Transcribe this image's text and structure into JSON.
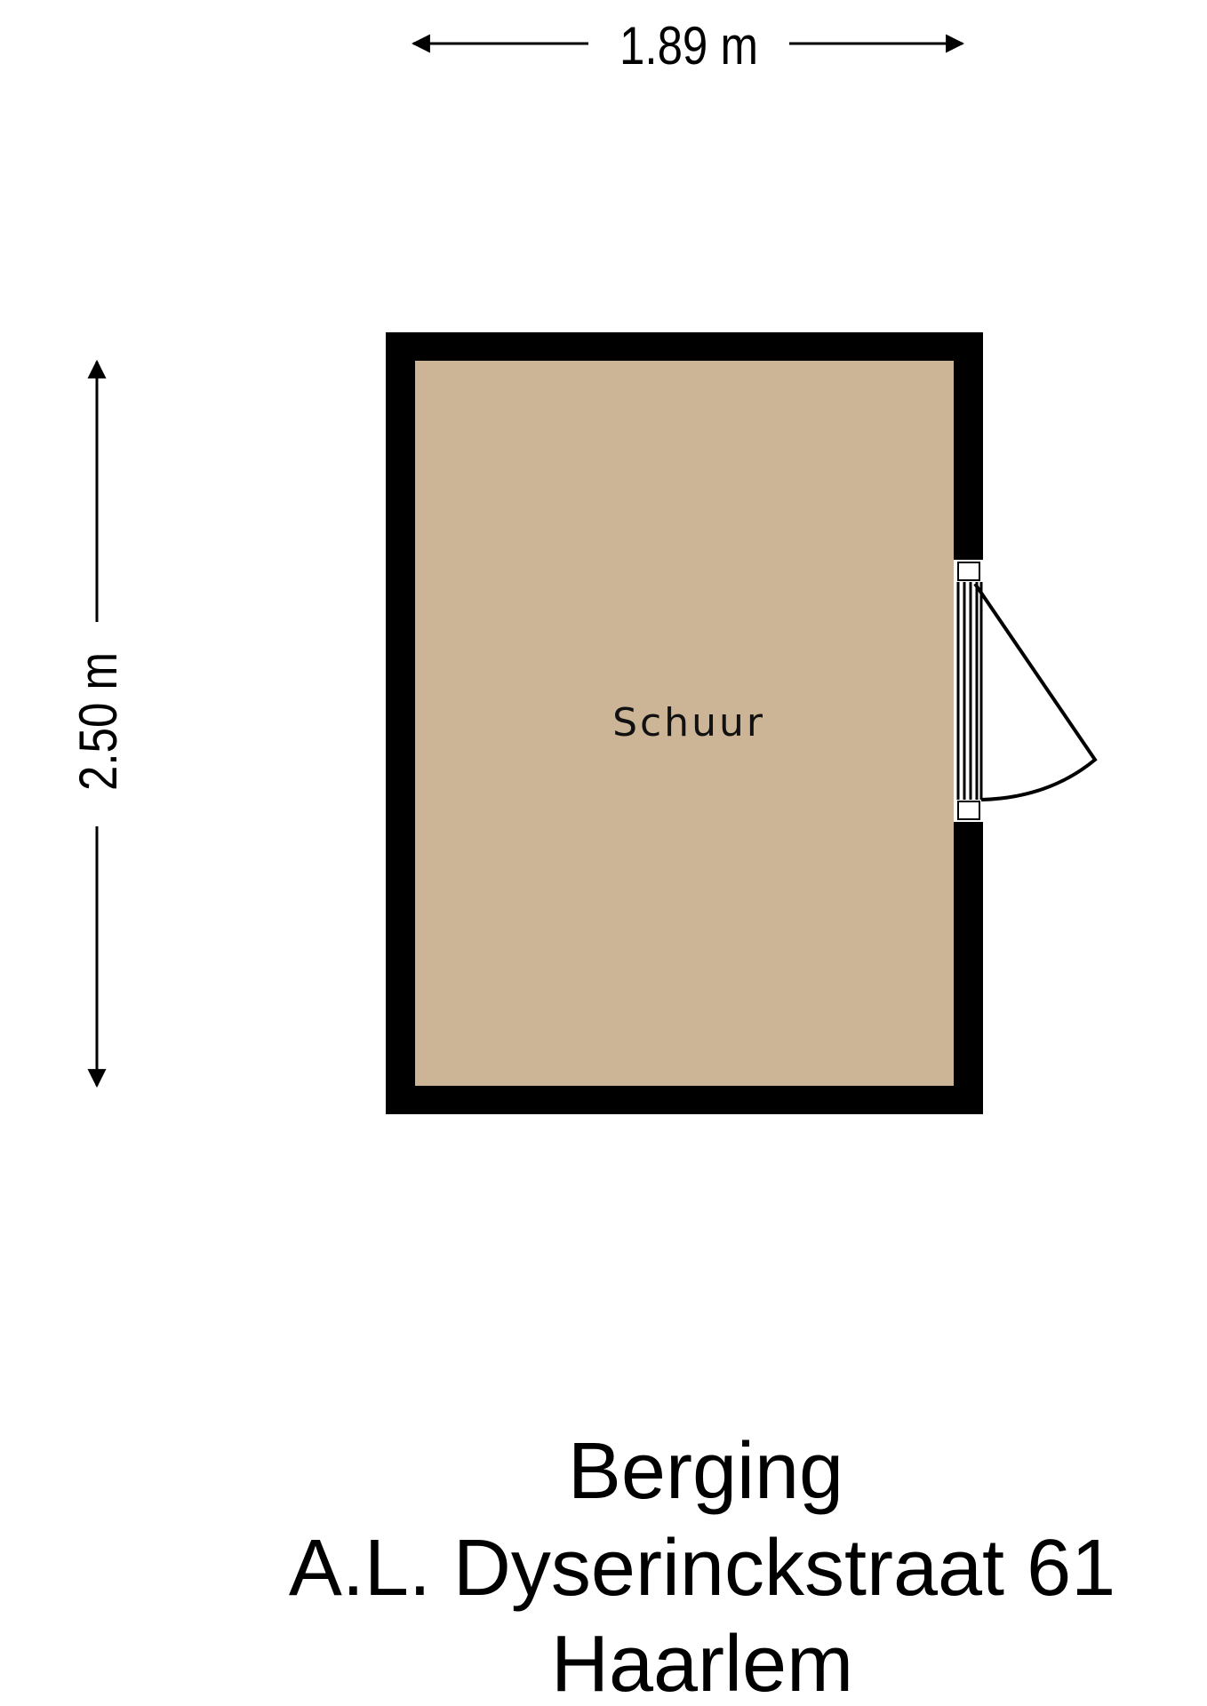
{
  "dimensions": {
    "width": "1.89 m",
    "height": "2.50 m"
  },
  "rooms": [
    {
      "label": "Schuur"
    }
  ],
  "colors": {
    "floor": "#CCB596",
    "wall": "#000000"
  },
  "title": {
    "line1": "Berging",
    "line2": "A.L. Dyserinckstraat 61",
    "line3": "Haarlem"
  }
}
